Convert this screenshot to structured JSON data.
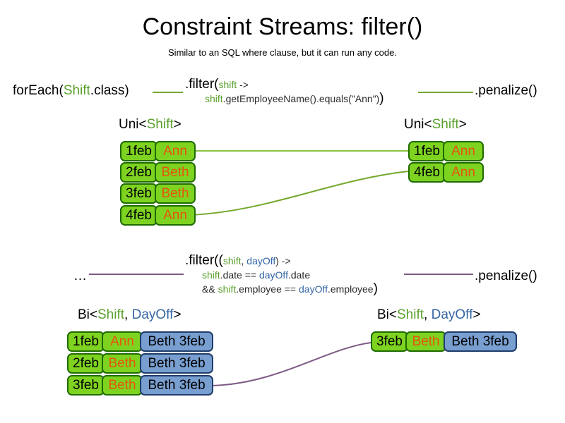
{
  "title": "Constraint Streams: filter()",
  "subtitle": "Similar to an SQL where clause, but it can run any code.",
  "colors": {
    "green_text": "#5aa02c",
    "blue_text": "#3465a4",
    "orange_text": "#e8540c",
    "card_green_fill": "#7ed321",
    "card_green_border": "#1f6b00",
    "card_blue_fill": "#789fd0",
    "card_blue_border": "#1f3d6b",
    "wire_green": "#74a82c",
    "wire_purple": "#7d5a85"
  },
  "row1": {
    "source_label_pre": "forEach(",
    "source_label_type": "Shift",
    "source_label_post": ".class)",
    "filter": {
      "head": ".filter(",
      "param": "shift",
      "arrow": " ->",
      "line2_var": "shift",
      "line2_rest": ".getEmployeeName().equals(\"Ann\")",
      "close": ")"
    },
    "sink_label": ".penalize()",
    "left_group_label": {
      "pre": "Uni<",
      "type": "Shift",
      "post": ">"
    },
    "right_group_label": {
      "pre": "Uni<",
      "type": "Shift",
      "post": ">"
    },
    "left_rows": [
      {
        "date": "1feb",
        "name": "Ann"
      },
      {
        "date": "2feb",
        "name": "Beth"
      },
      {
        "date": "3feb",
        "name": "Beth"
      },
      {
        "date": "4feb",
        "name": "Ann"
      }
    ],
    "right_rows": [
      {
        "date": "1feb",
        "name": "Ann"
      },
      {
        "date": "4feb",
        "name": "Ann"
      }
    ]
  },
  "row2": {
    "source_label": "…",
    "filter": {
      "head": ".filter((",
      "param1": "shift",
      "comma": ", ",
      "param2": "dayOff",
      "arrow": ") ->",
      "line2_a": "shift",
      "line2_b": ".date == ",
      "line2_c": "dayOff",
      "line2_d": ".date",
      "line3_a": "&& ",
      "line3_b": "shift",
      "line3_c": ".employee == ",
      "line3_d": "dayOff",
      "line3_e": ".employee",
      "close": ")"
    },
    "sink_label": ".penalize()",
    "left_group_label": {
      "pre": "Bi<",
      "type1": "Shift",
      "sep": ", ",
      "type2": "DayOff",
      "post": ">"
    },
    "right_group_label": {
      "pre": "Bi<",
      "type1": "Shift",
      "sep": ", ",
      "type2": "DayOff",
      "post": ">"
    },
    "left_rows": [
      {
        "date": "1feb",
        "name": "Ann",
        "dayoff": "Beth 3feb"
      },
      {
        "date": "2feb",
        "name": "Beth",
        "dayoff": "Beth 3feb"
      },
      {
        "date": "3feb",
        "name": "Beth",
        "dayoff": "Beth 3feb"
      }
    ],
    "right_rows": [
      {
        "date": "3feb",
        "name": "Beth",
        "dayoff": "Beth 3feb"
      }
    ]
  }
}
